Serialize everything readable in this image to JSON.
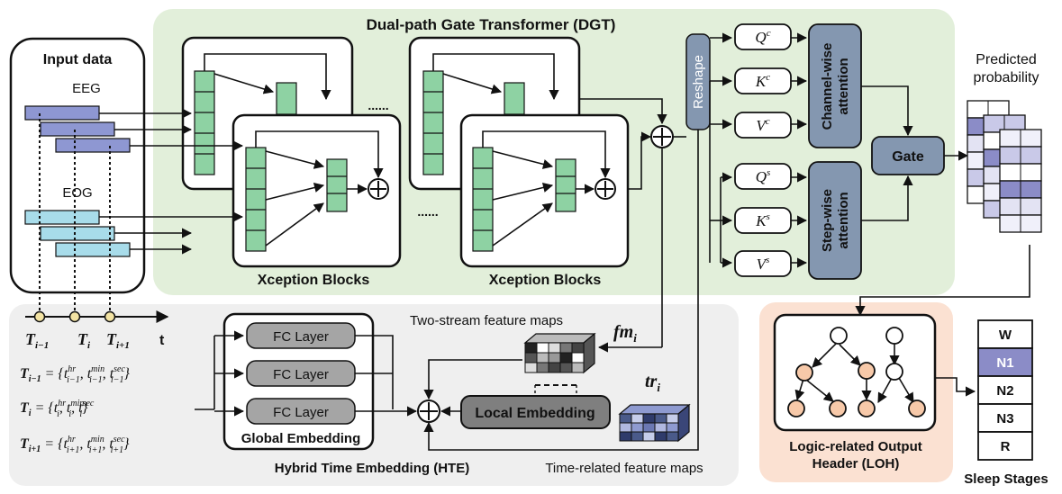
{
  "dgt": {
    "title": "Dual-path Gate Transformer (DGT)",
    "xception_label": "Xception Blocks",
    "ellipsis": "......"
  },
  "input": {
    "title": "Input data",
    "eeg": "EEG",
    "eog": "EOG"
  },
  "timeline": {
    "t_prev": "T",
    "t_prev_sub": "i−1",
    "t_cur": "T",
    "t_cur_sub": "i",
    "t_next": "T",
    "t_next_sub": "i+1",
    "axis": "t"
  },
  "equations": {
    "eq1": [
      "T",
      "i−1",
      " = {t",
      "hr",
      "i−1",
      ", t",
      "min",
      "i−1",
      ", t",
      "sec",
      "i−1",
      "}"
    ],
    "eq2": [
      "T",
      "i",
      " = {t",
      "hr",
      "i",
      ", t",
      "min",
      "i",
      ", t",
      "sec",
      "i",
      "}"
    ],
    "eq3": [
      "T",
      "i+1",
      " = {t",
      "hr",
      "i+1",
      ", t",
      "min",
      "i+1",
      ", t",
      "sec",
      "i+1",
      "}"
    ]
  },
  "attention": {
    "reshape": "Reshape",
    "qc": "Q",
    "qc_sup": "c",
    "kc": "K",
    "kc_sup": "c",
    "vc": "V",
    "vc_sup": "c",
    "qs": "Q",
    "qs_sup": "s",
    "ks": "K",
    "ks_sup": "s",
    "vs": "V",
    "vs_sup": "s",
    "channel": [
      "Channel-wise",
      "attention"
    ],
    "step": [
      "Step-wise",
      "attention"
    ],
    "gate": "Gate"
  },
  "output": {
    "predicted": [
      "Predicted",
      "probability"
    ]
  },
  "hte": {
    "fc_layers": [
      "FC Layer",
      "FC Layer",
      "FC Layer"
    ],
    "global": "Global Embedding",
    "local": "Local Embedding",
    "title": "Hybrid Time Embedding (HTE)",
    "two_stream": "Two-stream feature maps",
    "time_related": "Time-related feature maps",
    "fm": "fm",
    "fm_sub": "i",
    "tr": "tr",
    "tr_sub": "i"
  },
  "loh": {
    "title": [
      "Logic-related Output",
      "Header (LOH)"
    ]
  },
  "stages": {
    "items": [
      "W",
      "N1",
      "N2",
      "N3",
      "R"
    ],
    "highlight": "N1",
    "title": "Sleep Stages"
  },
  "colors": {
    "dgt_bg": "#e2efda",
    "hte_bg": "#efefef",
    "loh_bg": "#fbe1d2",
    "block": "#8ed2a3",
    "attn": "#8497b0",
    "eeg": "#8e97d2",
    "eog": "#a8dcea",
    "node": "#f7c9a9",
    "highlight": "#8b8cc7"
  }
}
